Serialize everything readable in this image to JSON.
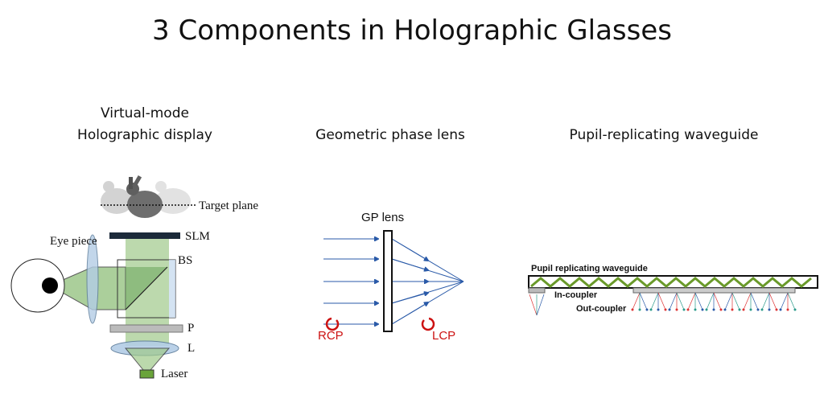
{
  "title": "3 Components in Holographic Glasses",
  "sections": [
    {
      "heading_line1": "Virtual-mode",
      "heading_line2": "Holographic display",
      "labels": {
        "target": "Target plane",
        "slm": "SLM",
        "eyepiece": "Eye piece",
        "bs": "BS",
        "p": "P",
        "l": "L",
        "laser": "Laser"
      }
    },
    {
      "heading": "Geometric phase lens",
      "labels": {
        "lens": "GP lens",
        "rcp": "RCP",
        "lcp": "LCP"
      }
    },
    {
      "heading": "Pupil-replicating waveguide",
      "labels": {
        "waveguide": "Pupil replicating waveguide",
        "in": "In-coupler",
        "out": "Out-coupler"
      }
    }
  ],
  "colors": {
    "beam": "#9fc98a",
    "laser": "#6aa43a",
    "rcp": "#cc1111",
    "waveguide": "#6a9a2a"
  }
}
